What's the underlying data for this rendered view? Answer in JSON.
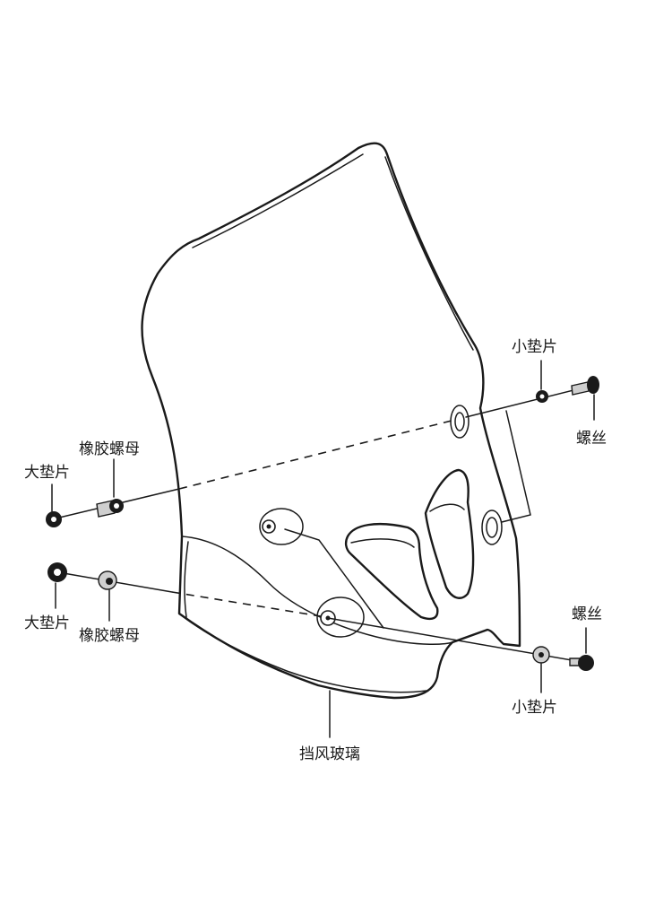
{
  "labels": {
    "small_washer_top": "小垫片",
    "screw_top": "螺丝",
    "rubber_nut_top": "橡胶螺母",
    "large_washer_top": "大垫片",
    "large_washer_bottom": "大垫片",
    "rubber_nut_bottom": "橡胶螺母",
    "screw_bottom": "螺丝",
    "small_washer_bottom": "小垫片",
    "windshield": "挡风玻璃"
  }
}
